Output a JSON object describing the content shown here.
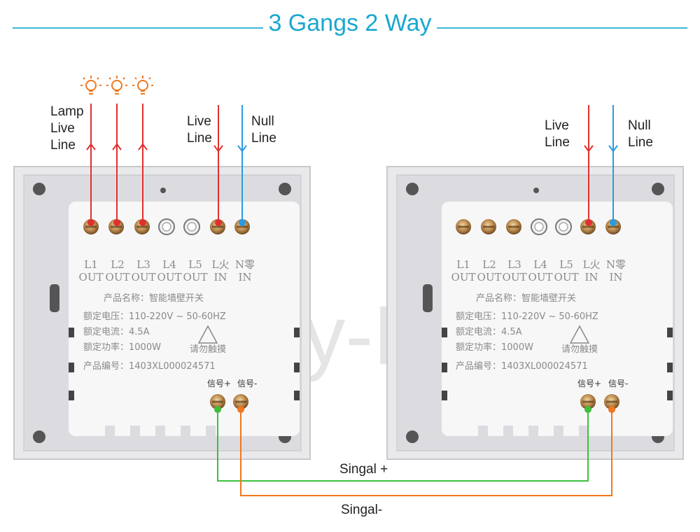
{
  "title": "3 Gangs 2 Way",
  "labels": {
    "lamp_line": [
      "Lamp",
      "Live",
      "Line"
    ],
    "live_line": [
      "Live",
      "Line"
    ],
    "null_line": [
      "Null",
      "Line"
    ],
    "signal_plus": "Singal +",
    "signal_minus": "Singal-"
  },
  "plate": {
    "terminals_top": [
      "L1",
      "L2",
      "L3",
      "L4",
      "L5",
      "L火",
      "N零"
    ],
    "terminals_bottom": [
      "OUT",
      "OUT",
      "OUT",
      "OUT",
      "OUT",
      "IN",
      "IN"
    ],
    "product_name": "产品名称：智能墙壁开关",
    "voltage": "额定电压：110-220V ~ 50-60HZ",
    "current": "额定电流：4.5A",
    "power": "额定功率：1000W",
    "serial": "产品编号：1403XL000024571",
    "warning": "请勿触摸",
    "signal_plus_cn": "信号+",
    "signal_minus_cn": "信号-"
  },
  "watermark": "Happy-Home",
  "colors": {
    "title": "#1aa7d0",
    "live": "#e03030",
    "null": "#2a9be0",
    "signal_plus": "#3cc03c",
    "signal_minus": "#f07820",
    "lamp": "#f07820"
  }
}
